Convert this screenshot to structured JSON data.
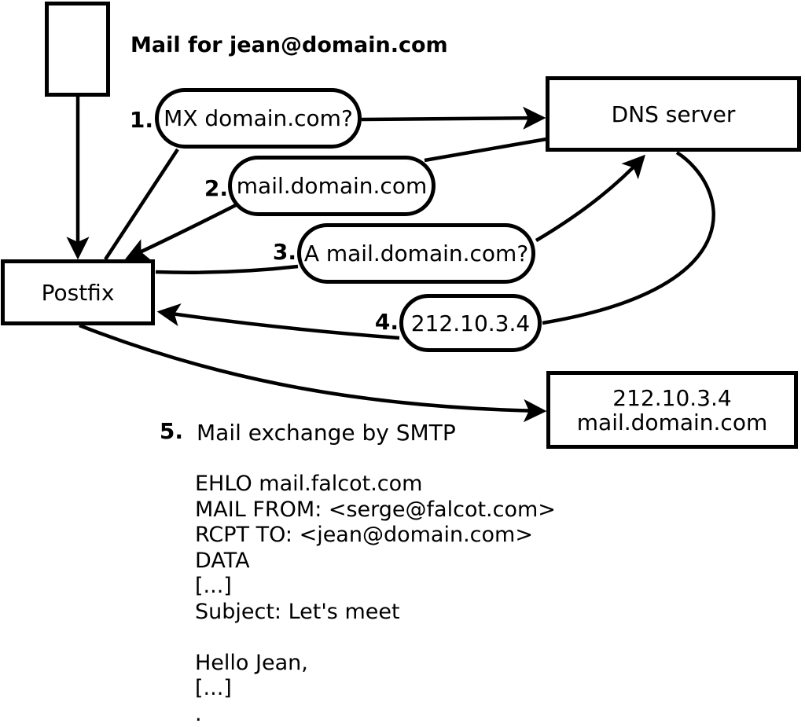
{
  "colors": {
    "ink": "#000000",
    "paper": "#ffffff"
  },
  "title": "Mail for jean@domain.com",
  "nodes": {
    "postfix": "Postfix",
    "dns_server": "DNS server",
    "mail_host_ip": "212.10.3.4",
    "mail_host_name": "mail.domain.com"
  },
  "steps": [
    {
      "num": "1.",
      "label": "MX domain.com?"
    },
    {
      "num": "2.",
      "label": "mail.domain.com"
    },
    {
      "num": "3.",
      "label": "A mail.domain.com?"
    },
    {
      "num": "4.",
      "label": "212.10.3.4"
    },
    {
      "num": "5.",
      "label": "Mail exchange by SMTP"
    }
  ],
  "smtp_session": "EHLO mail.falcot.com\nMAIL FROM: <serge@falcot.com>\nRCPT TO: <jean@domain.com>\nDATA\n[...]\nSubject: Let's meet\n\nHello Jean,\n[...]\n."
}
